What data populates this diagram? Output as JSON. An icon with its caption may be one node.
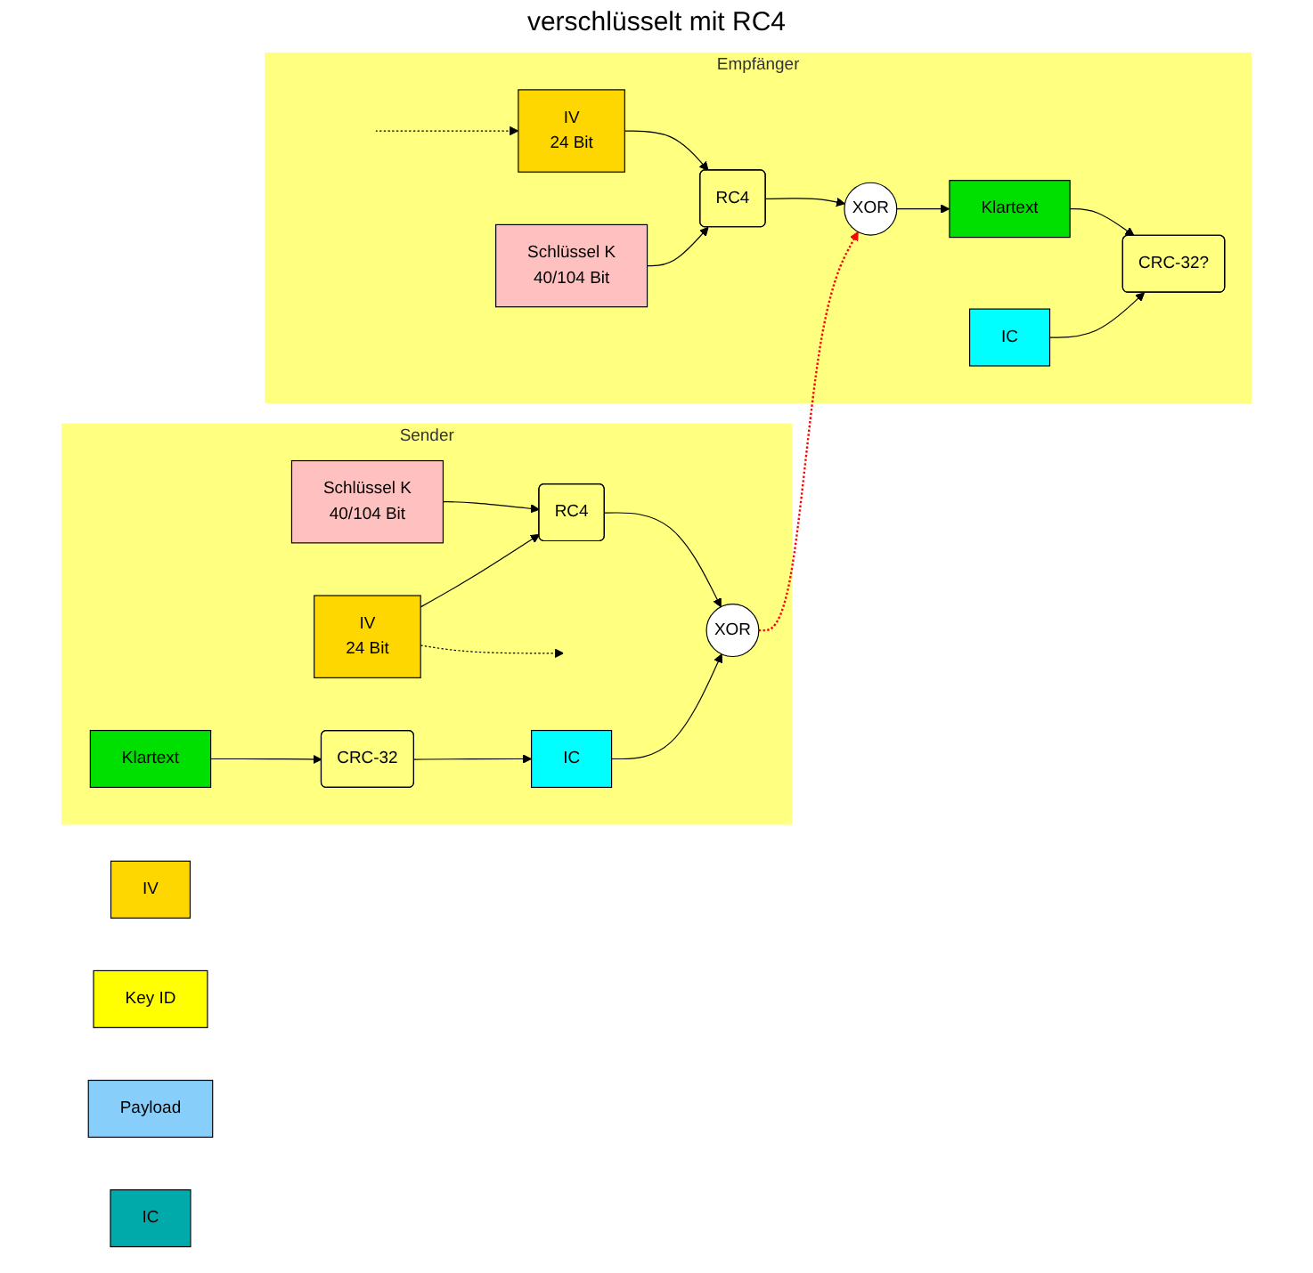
{
  "diagram": {
    "nodes": [
      {
        "text": [
          "Sender"
        ]
      },
      {
        "text": [
          "Schlüssel K",
          "40/104 Bit"
        ],
        "in": 0
      },
      {
        "text": [
          "IV",
          "24 Bit"
        ],
        "in": 0
      },
      {
        "text": [
          "RC4"
        ],
        "in": 0
      },
      {
        "text": [
          "Klartext"
        ],
        "in": 0
      },
      {
        "text": [
          "IC"
        ],
        "in": 0
      },
      {
        "text": [
          "CRC-32"
        ],
        "in": 0
      },
      {
        "text": [
          "XOR"
        ],
        "in": 0
      },
      {
        "text": [
          "IV"
        ]
      },
      {
        "text": [
          "Key ID"
        ]
      },
      {
        "text": [
          "Payload"
        ]
      },
      {
        "text": [
          "IC"
        ]
      },
      {
        "text": [
          "Empfänger"
        ]
      },
      {
        "text": [
          "IV",
          "24 Bit"
        ],
        "in": 12
      },
      {
        "text": [
          "Schlüssel K",
          "40/104 Bit"
        ],
        "in": 12
      },
      {
        "text": [
          "RC4"
        ],
        "in": 12
      },
      {
        "text": [
          "XOR"
        ],
        "in": 12
      },
      {
        "text": [
          "Klartext"
        ],
        "in": 12
      },
      {
        "text": [
          "IC"
        ],
        "in": 12
      },
      {
        "text": [
          "CRC-32?"
        ],
        "in": 12
      }
    ],
    "edges": [
      {
        "from": 1,
        "to": 3,
        "arrow": "to"
      },
      {
        "from": 2,
        "to": 3,
        "arrow": "to"
      },
      {
        "from": 3,
        "to": 7,
        "arrow": "to"
      },
      {
        "from": 2,
        "to": null,
        "arrow": "to",
        "style": "dashed"
      },
      {
        "from": 5,
        "to": 7,
        "arrow": "to"
      },
      {
        "from": 4,
        "to": 6,
        "arrow": "to"
      },
      {
        "from": 6,
        "to": 5,
        "arrow": "to"
      },
      {
        "from": 7,
        "to": 16,
        "arrow": "to",
        "style": "dashed",
        "color": "#ff0000"
      },
      {
        "from": null,
        "to": 13,
        "arrow": "to",
        "style": "dashed"
      },
      {
        "from": 13,
        "to": 15,
        "arrow": "to"
      },
      {
        "from": 14,
        "to": 15,
        "arrow": "to"
      },
      {
        "from": 15,
        "to": 16,
        "arrow": "to"
      },
      {
        "from": 16,
        "to": 17,
        "arrow": "to"
      },
      {
        "from": 17,
        "to": 19,
        "arrow": "to"
      },
      {
        "from": 18,
        "to": 19,
        "arrow": "to"
      }
    ],
    "labels": [
      "verschlüsselt mit RC4"
    ]
  }
}
